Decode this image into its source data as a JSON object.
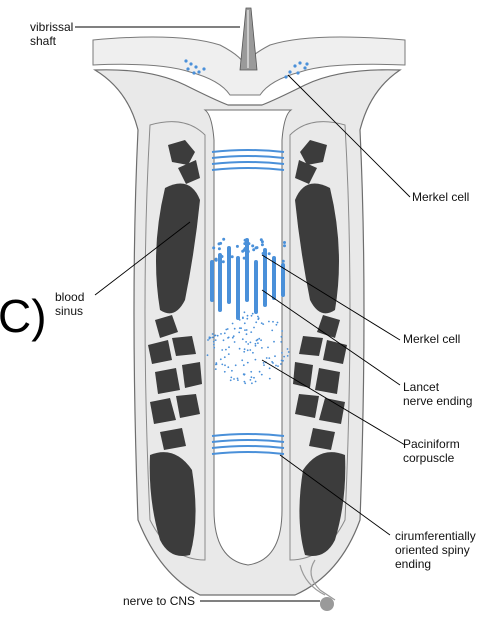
{
  "panel_label": "C)",
  "labels": {
    "vibrissal": [
      "vibrissal",
      "shaft"
    ],
    "merkel_top": "Merkel cell",
    "blood": [
      "blood",
      "sinus"
    ],
    "merkel_mid": "Merkel cell",
    "lancet": [
      "Lancet",
      "nerve ending"
    ],
    "paciniform": [
      "Paciniform",
      "corpuscle"
    ],
    "circum": [
      "cirumferentially",
      "oriented spiny",
      "ending"
    ],
    "nerve": "nerve to CNS"
  },
  "colors": {
    "background": "#ffffff",
    "capsule": "#e8e8e8",
    "capsule_outline": "#7a7a7a",
    "hair": "#ffffff",
    "dark_tissue": "#3c3c3c",
    "nerve_blue": "#4a90d9",
    "leader_line": "#000000",
    "shaft": "#9a9a9a"
  }
}
